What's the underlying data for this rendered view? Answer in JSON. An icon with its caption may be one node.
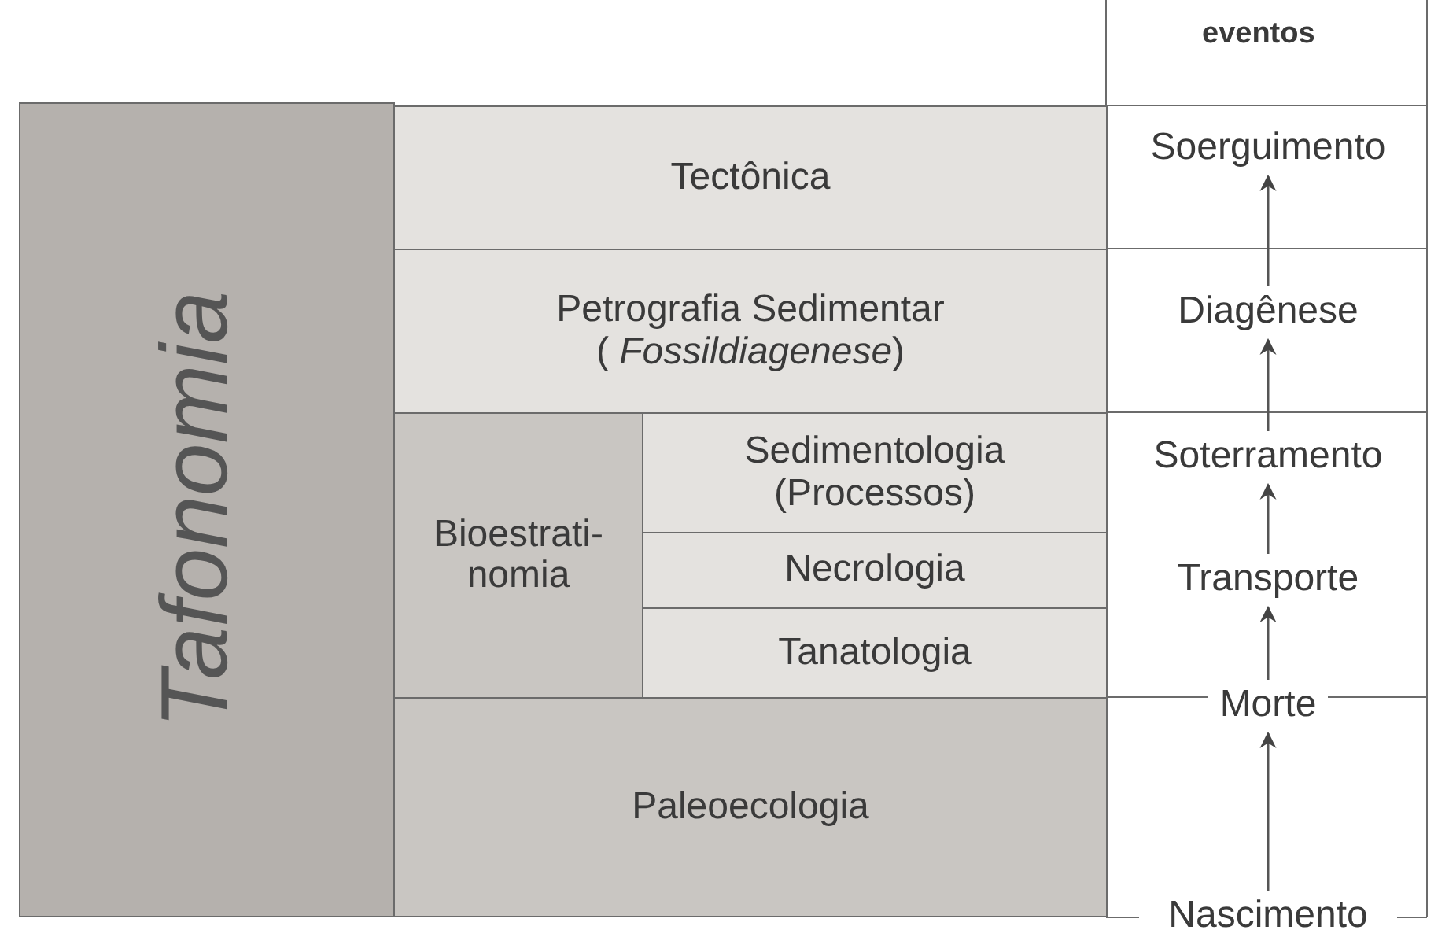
{
  "diagram": {
    "nodes": [
      {
        "text": [
          "Tafonomia"
        ]
      },
      {
        "text": [
          "Tectônica"
        ]
      },
      {
        "text": [
          "Petrografia Sedimentar ( *Fossildiagenese*)"
        ]
      },
      {
        "text": [
          "Bioestrati- nomia"
        ]
      },
      {
        "text": [
          "Sedimentologia (Processos)"
        ]
      },
      {
        "text": [
          "Necrologia"
        ]
      },
      {
        "text": [
          "Tanatologia"
        ]
      },
      {
        "text": [
          "Paleoecologia"
        ]
      },
      {
        "text": [
          "Soerguimento"
        ]
      },
      {
        "text": [
          "Diagênese"
        ]
      },
      {
        "text": [
          "Soterramento"
        ]
      },
      {
        "text": [
          "Transporte"
        ]
      },
      {
        "text": [
          "Morte"
        ]
      },
      {
        "text": [
          "Nascimento"
        ]
      }
    ],
    "edges": [
      {
        "from": 13,
        "to": 12,
        "arrow": "to"
      },
      {
        "from": 12,
        "to": 11,
        "arrow": "to"
      },
      {
        "from": 11,
        "to": 10,
        "arrow": "to"
      },
      {
        "from": 10,
        "to": 9,
        "arrow": "to"
      },
      {
        "from": 9,
        "to": 8,
        "arrow": "to"
      }
    ],
    "labels": [
      "eventos"
    ]
  }
}
